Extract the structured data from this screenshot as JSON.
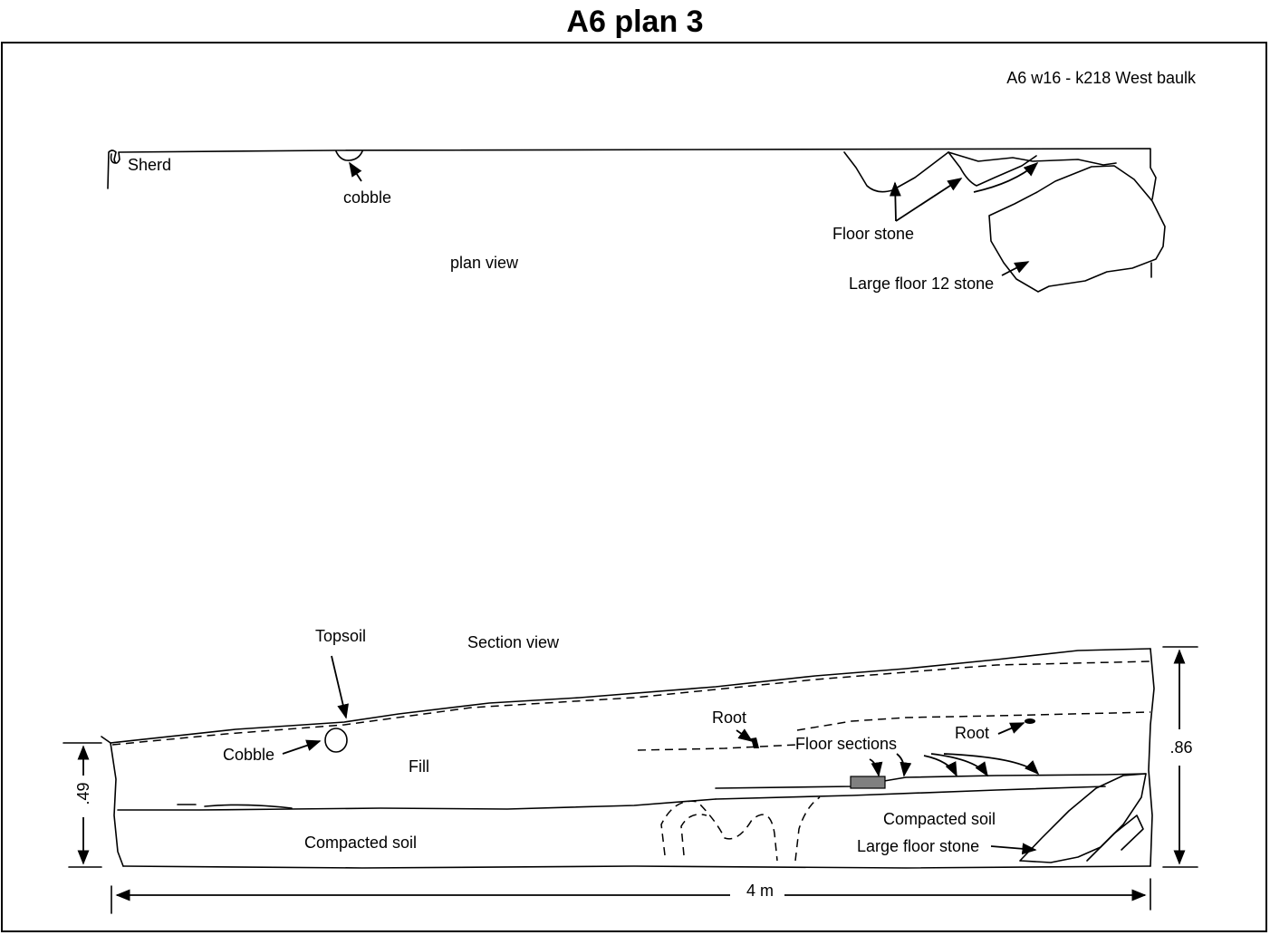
{
  "title": "A6 plan 3",
  "subtitle": "A6 w16 - k218 West baulk",
  "plan_view": {
    "view_label": "plan view",
    "labels": {
      "sherd": "Sherd",
      "cobble": "cobble",
      "floor_stone": "Floor stone",
      "large_floor_stone": "Large floor 12 stone"
    }
  },
  "section_view": {
    "view_label": "Section view",
    "labels": {
      "topsoil": "Topsoil",
      "cobble": "Cobble",
      "fill": "Fill",
      "compacted_soil_left": "Compacted soil",
      "compacted_soil_right": "Compacted soil",
      "root_left": "Root",
      "root_right": "Root",
      "floor_sections": "Floor sections",
      "large_floor_stone": "Large floor stone"
    },
    "dimensions": {
      "left_height": ".49",
      "right_height": ".86",
      "width": "4 m"
    }
  }
}
